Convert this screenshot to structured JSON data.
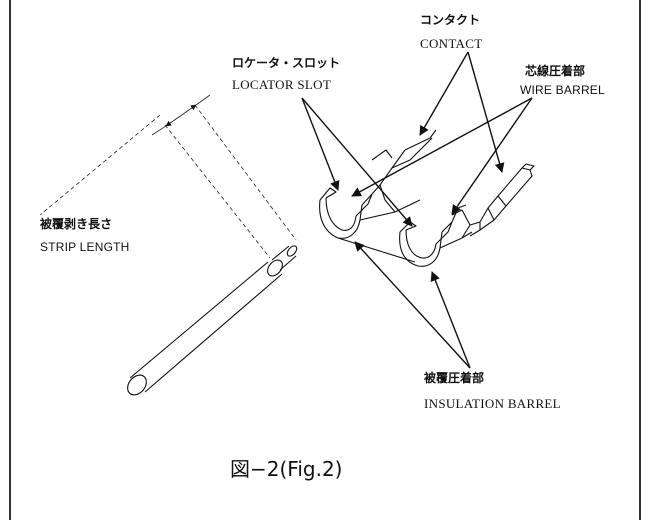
{
  "labels": {
    "contact_jp": "コンタクト",
    "contact_en": "CONTACT",
    "locator_jp": "ロケータ・スロット",
    "locator_en": "LOCATOR SLOT",
    "wire_barrel_jp": "芯線圧着部",
    "wire_barrel_en": "WIRE BARREL",
    "strip_jp": "被覆剥き長さ",
    "strip_en": "STRIP LENGTH",
    "insulation_jp": "被覆圧着部",
    "insulation_en": "INSULATION BARREL"
  },
  "caption": "図−2(Fig.2)",
  "colors": {
    "ink": "#111111",
    "frame": "#000000",
    "background": "#ffffff"
  }
}
